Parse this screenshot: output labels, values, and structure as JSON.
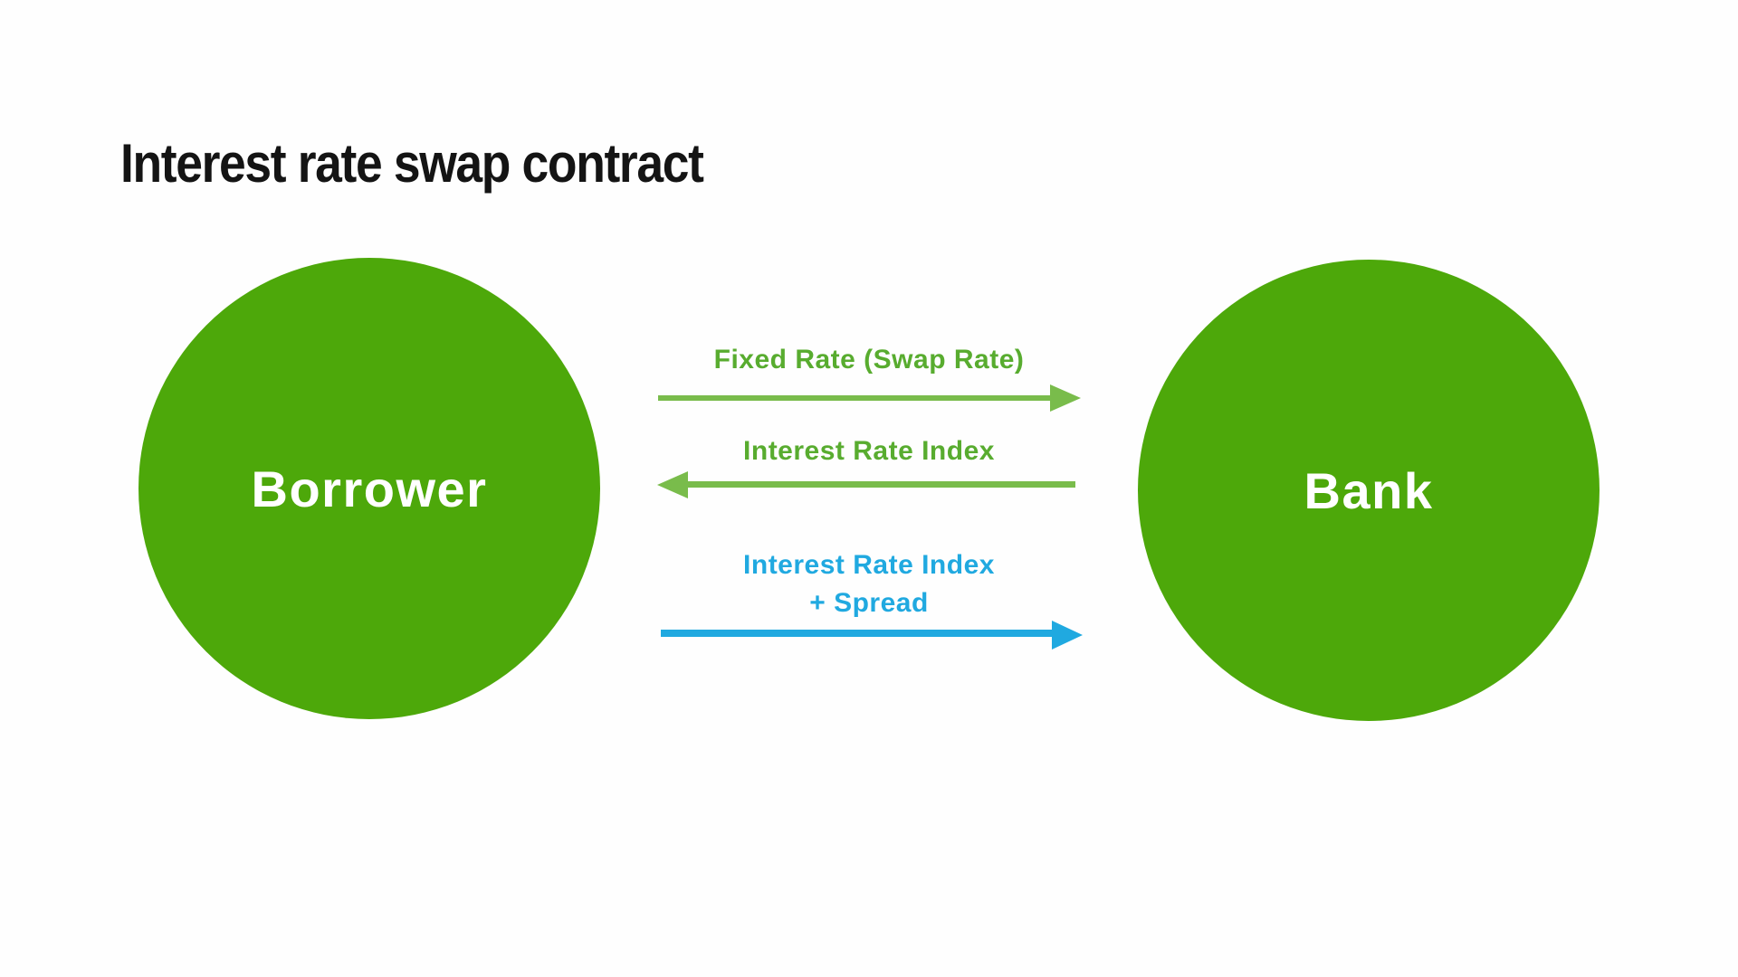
{
  "title": "Interest rate swap contract",
  "nodes": [
    {
      "id": "borrower",
      "label": "Borrower"
    },
    {
      "id": "bank",
      "label": "Bank"
    }
  ],
  "flows": [
    {
      "label": "Fixed Rate (Swap Rate)",
      "from": "Borrower",
      "to": "Bank",
      "direction": "right",
      "color": "#79bc4b"
    },
    {
      "label": "Interest Rate Index",
      "from": "Bank",
      "to": "Borrower",
      "direction": "left",
      "color": "#79bc4b"
    },
    {
      "label": "Interest Rate Index + Spread",
      "label_lines": [
        "Interest Rate Index",
        "+ Spread"
      ],
      "from": "Borrower",
      "to": "Bank",
      "direction": "right",
      "color": "#20a9e0"
    }
  ],
  "colors": {
    "circle_green": "#4da80a",
    "arrow_green": "#79bc4b",
    "label_green": "#58ac2f",
    "blue": "#20a9e0",
    "title_color": "#141414",
    "background": "#fefefe",
    "circle_text": "#ffffff"
  }
}
